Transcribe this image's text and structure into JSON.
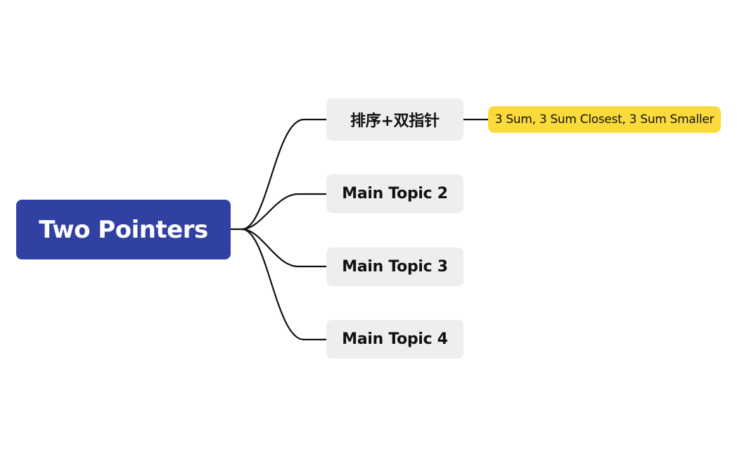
{
  "mindmap": {
    "root": {
      "label": "Two Pointers",
      "color": "#3140a3"
    },
    "topics": [
      {
        "label": "排序+双指针"
      },
      {
        "label": "Main Topic 2"
      },
      {
        "label": "Main Topic 3"
      },
      {
        "label": "Main Topic 4"
      }
    ],
    "subtopics": [
      {
        "label": "3 Sum, 3 Sum Closest, 3 Sum Smaller",
        "color": "#fbdb3b"
      }
    ]
  }
}
